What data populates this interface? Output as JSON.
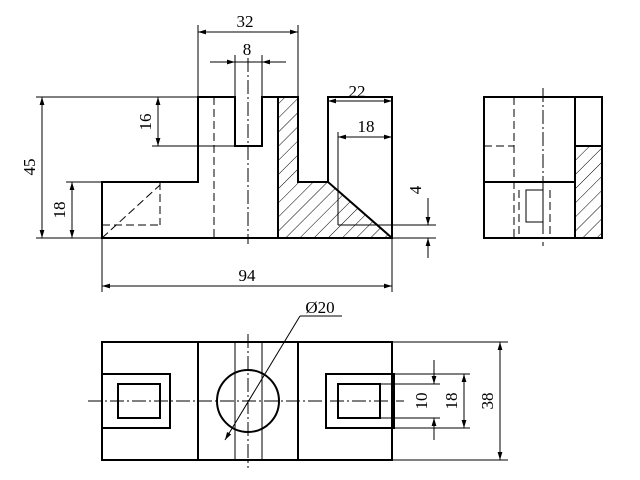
{
  "drawing": {
    "dimensions": {
      "top_width": "32",
      "slot_width": "8",
      "step_width": "22",
      "step_inner": "18",
      "slot_depth": "16",
      "total_height": "45",
      "base_height": "18",
      "bottom_gap": "4",
      "total_length": "94",
      "hole_diameter": "Ø20",
      "pocket_inner": "10",
      "pocket_outer": "18",
      "total_depth": "38"
    }
  }
}
